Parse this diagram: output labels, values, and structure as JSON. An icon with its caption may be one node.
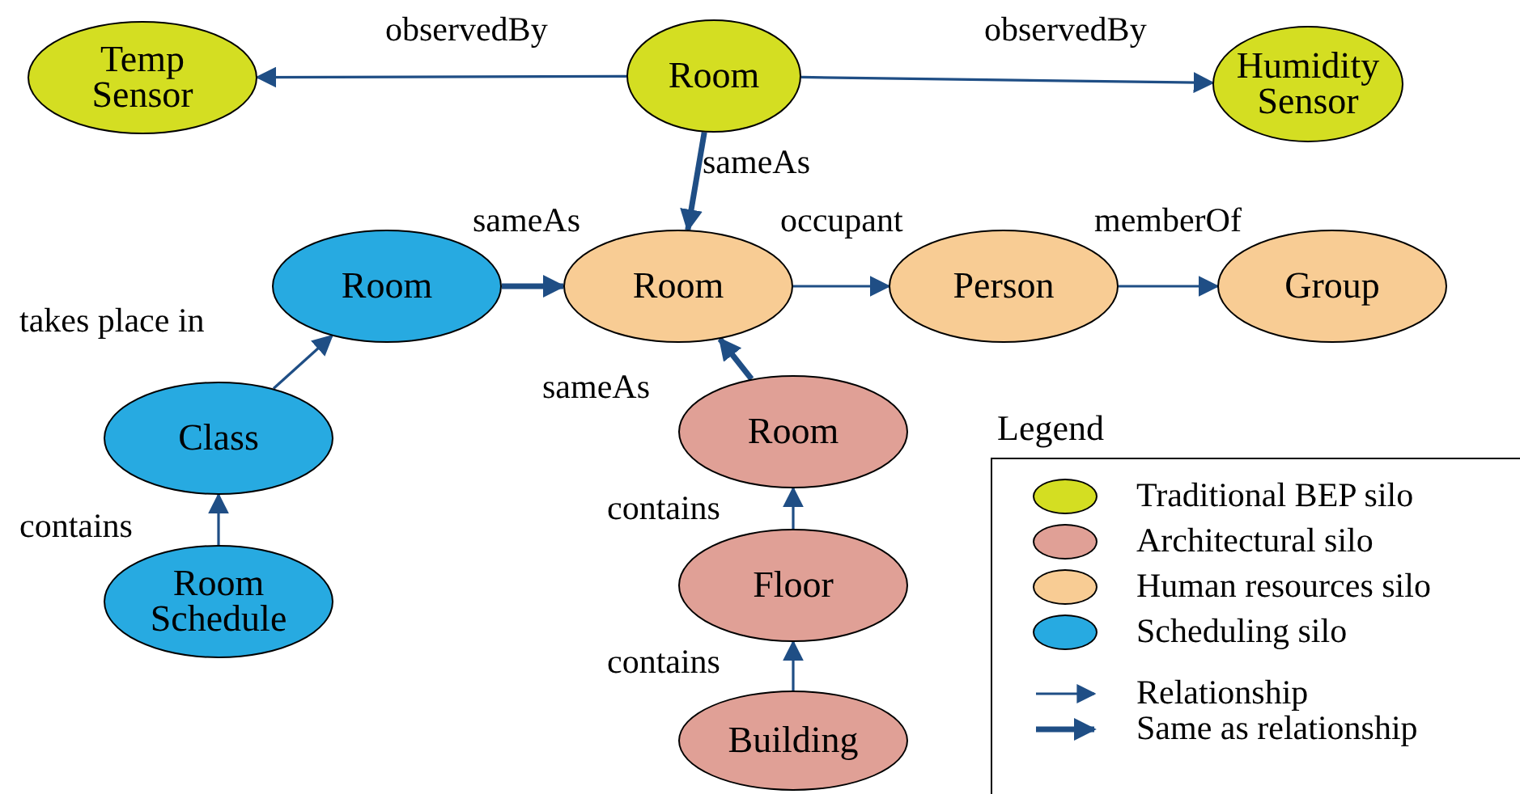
{
  "diagram": {
    "nodes": [
      {
        "text": [
          "Temp Sensor"
        ]
      },
      {
        "text": [
          "Room"
        ]
      },
      {
        "text": [
          "Humidity Sensor"
        ]
      },
      {
        "text": [
          "Room"
        ]
      },
      {
        "text": [
          "Room"
        ]
      },
      {
        "text": [
          "Person"
        ]
      },
      {
        "text": [
          "Group"
        ]
      },
      {
        "text": [
          "Class"
        ]
      },
      {
        "text": [
          "Room Schedule"
        ]
      },
      {
        "text": [
          "Room"
        ]
      },
      {
        "text": [
          "Floor"
        ]
      },
      {
        "text": [
          "Building"
        ]
      }
    ],
    "edges": [
      {
        "from": 1,
        "to": 0,
        "arrow": "to",
        "label": "observedBy"
      },
      {
        "from": 1,
        "to": 2,
        "arrow": "to",
        "label": "observedBy"
      },
      {
        "from": 1,
        "to": 4,
        "arrow": "to",
        "label": "sameAs",
        "style": "thick"
      },
      {
        "from": 3,
        "to": 4,
        "arrow": "to",
        "label": "sameAs",
        "style": "thick"
      },
      {
        "from": 4,
        "to": 5,
        "arrow": "to",
        "label": "occupant"
      },
      {
        "from": 5,
        "to": 6,
        "arrow": "to",
        "label": "memberOf"
      },
      {
        "from": 7,
        "to": 3,
        "arrow": "to",
        "label": "takes place in"
      },
      {
        "from": 8,
        "to": 7,
        "arrow": "to",
        "label": "contains"
      },
      {
        "from": 9,
        "to": 4,
        "arrow": "to",
        "label": "sameAs",
        "style": "thick"
      },
      {
        "from": 10,
        "to": 9,
        "arrow": "to",
        "label": "contains"
      },
      {
        "from": 11,
        "to": 10,
        "arrow": "to",
        "label": "contains"
      }
    ],
    "labels": [
      "Legend"
    ],
    "legend": [
      {
        "text": "Traditional BEP silo",
        "color": "#d4de22"
      },
      {
        "text": "Architectural silo",
        "color": "#e0a096"
      },
      {
        "text": "Human resources silo",
        "color": "#f8cc94"
      },
      {
        "text": "Scheduling silo",
        "color": "#27aae1"
      },
      {
        "text": "Relationship"
      },
      {
        "text": "Same as relationship"
      }
    ]
  }
}
